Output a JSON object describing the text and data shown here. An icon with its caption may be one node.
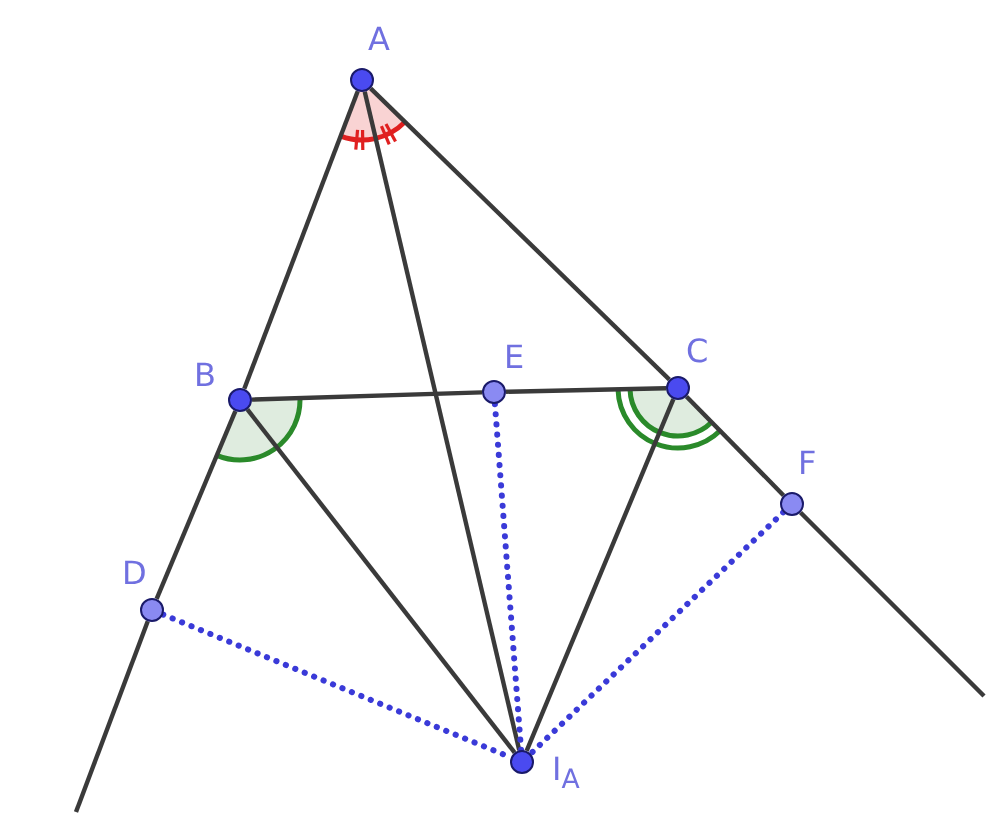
{
  "diagram": {
    "nodes": [
      {
        "text": [
          "A"
        ]
      },
      {
        "text": [
          "B"
        ]
      },
      {
        "text": [
          "E"
        ]
      },
      {
        "text": [
          "C"
        ]
      },
      {
        "text": [
          "F"
        ]
      },
      {
        "text": [
          "D"
        ]
      },
      {
        "text": [
          "I$_{A}$"
        ]
      }
    ],
    "edges": [
      {
        "from": 0,
        "to": 1,
        "arrow": "none"
      },
      {
        "from": 1,
        "to": 5,
        "arrow": "none"
      },
      {
        "from": 5,
        "to": null,
        "arrow": "none"
      },
      {
        "from": 0,
        "to": 3,
        "arrow": "none"
      },
      {
        "from": 3,
        "to": 4,
        "arrow": "none"
      },
      {
        "from": 4,
        "to": null,
        "arrow": "none"
      },
      {
        "from": 1,
        "to": 2,
        "arrow": "none"
      },
      {
        "from": 2,
        "to": 3,
        "arrow": "none"
      },
      {
        "from": 0,
        "to": 6,
        "arrow": "none"
      },
      {
        "from": 1,
        "to": 6,
        "arrow": "none"
      },
      {
        "from": 3,
        "to": 6,
        "arrow": "none"
      },
      {
        "from": 5,
        "to": 6,
        "arrow": "none",
        "style": "dashed",
        "color": "#3a3ad8"
      },
      {
        "from": 2,
        "to": 6,
        "arrow": "none",
        "style": "dashed",
        "color": "#3a3ad8"
      },
      {
        "from": 4,
        "to": 6,
        "arrow": "none",
        "style": "dashed",
        "color": "#3a3ad8"
      }
    ]
  }
}
